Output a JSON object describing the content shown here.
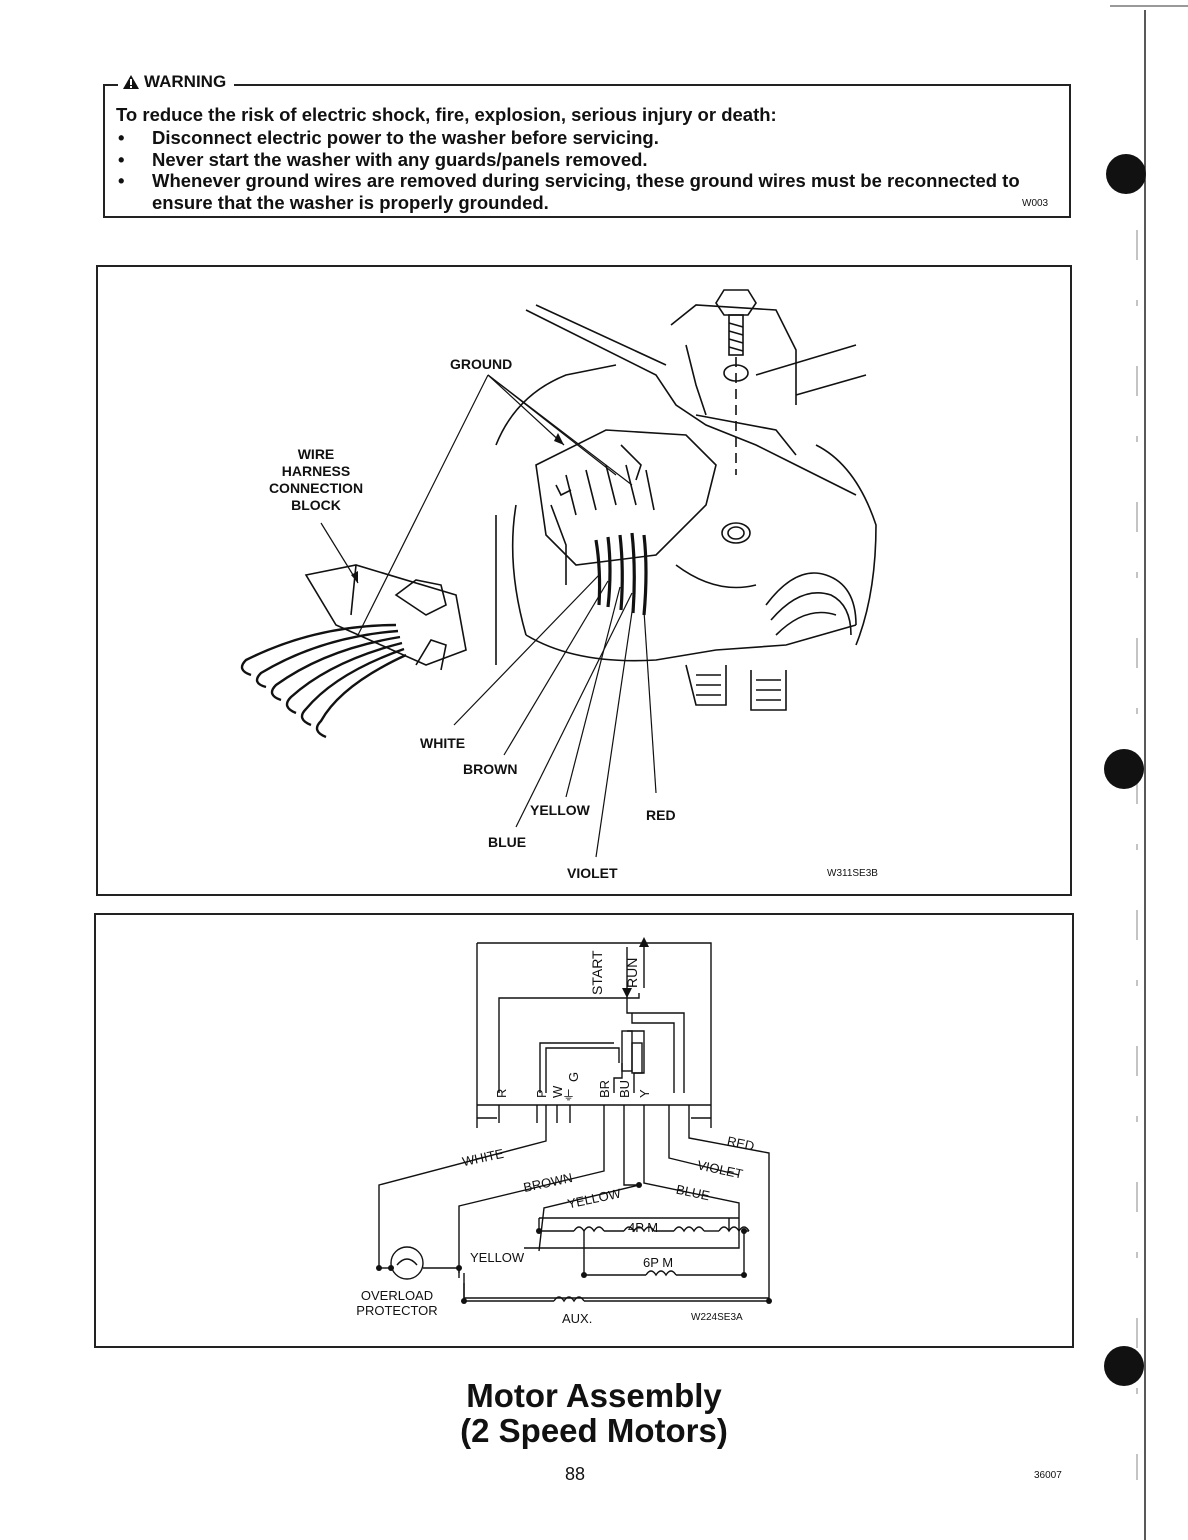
{
  "warning": {
    "heading": "WARNING",
    "intro": "To reduce the risk of electric shock, fire, explosion, serious injury or death:",
    "bullets": [
      "Disconnect electric power to the washer before servicing.",
      "Never start the washer with any guards/panels removed.",
      "Whenever ground wires are removed during servicing, these ground wires must be reconnected to ensure that the washer is properly grounded."
    ],
    "code": "W003"
  },
  "illustration": {
    "labels": {
      "ground": "GROUND",
      "harness_line1": "WIRE",
      "harness_line2": "HARNESS",
      "harness_line3": "CONNECTION",
      "harness_line4": "BLOCK",
      "white": "WHITE",
      "brown": "BROWN",
      "yellow": "YELLOW",
      "red": "RED",
      "blue": "BLUE",
      "violet": "VIOLET"
    },
    "code": "W311SE3B"
  },
  "schematic": {
    "switch": {
      "start": "START",
      "run": "RUN"
    },
    "terminals": [
      "R",
      "P",
      "W",
      "G",
      "BR",
      "BU",
      "Y"
    ],
    "wires": {
      "white": "WHITE",
      "brown": "BROWN",
      "yellow_top": "YELLOW",
      "yellow_left": "YELLOW",
      "red": "RED",
      "violet": "VIOLET",
      "blue": "BLUE"
    },
    "windings": {
      "four_pole": "4P M",
      "six_pole": "6P M",
      "aux": "AUX."
    },
    "protector_line1": "OVERLOAD",
    "protector_line2": "PROTECTOR",
    "code": "W224SE3A"
  },
  "title": {
    "line1": "Motor Assembly",
    "line2": "(2 Speed Motors)"
  },
  "footer": {
    "page_number": "88",
    "doc_code": "36007"
  }
}
